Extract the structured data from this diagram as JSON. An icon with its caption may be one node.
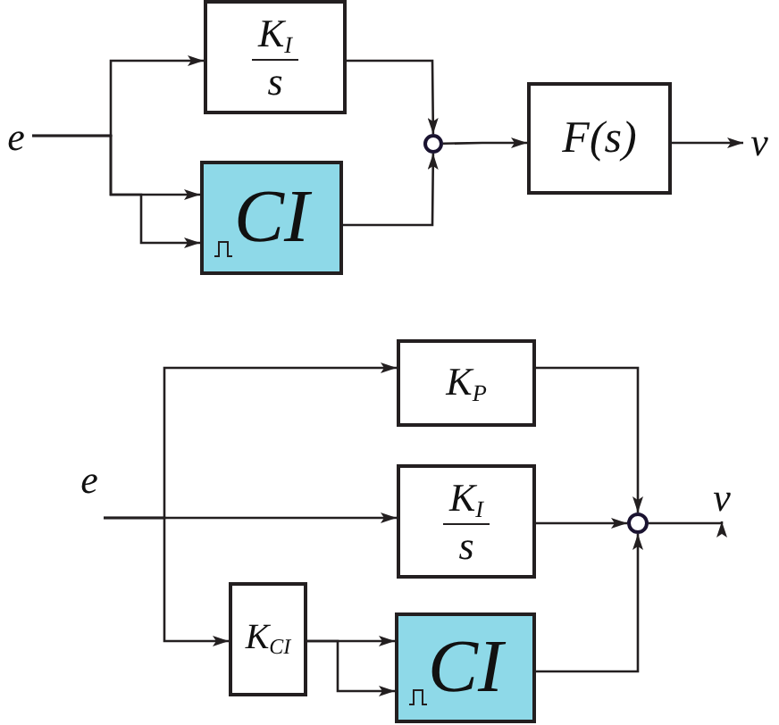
{
  "diagram": {
    "nodes": [
      {
        "text": [
          "e"
        ]
      },
      {
        "text": [
          "K$_{I}$",
          "s"
        ]
      },
      {
        "text": [
          "CI"
        ]
      },
      {
        "text": [],
        "shape": "circle"
      },
      {
        "text": [
          "F(s)"
        ]
      },
      {
        "text": [
          "v"
        ]
      },
      {
        "text": [
          "e"
        ]
      },
      {
        "text": [
          "K$_{P}$"
        ]
      },
      {
        "text": [
          "K$_{I}$",
          "s"
        ]
      },
      {
        "text": [
          "K$_{CI}$"
        ]
      },
      {
        "text": [
          "CI"
        ]
      },
      {
        "text": [],
        "shape": "circle"
      },
      {
        "text": [
          "v"
        ]
      }
    ],
    "edges": [
      {
        "from": 0,
        "to": 1,
        "arrow": "to"
      },
      {
        "from": 0,
        "to": 2,
        "arrow": "to"
      },
      {
        "from": 0,
        "to": 2,
        "arrow": "to"
      },
      {
        "from": 1,
        "to": 3,
        "arrow": "to"
      },
      {
        "from": 2,
        "to": 3,
        "arrow": "to"
      },
      {
        "from": 3,
        "to": 4,
        "arrow": "to"
      },
      {
        "from": 4,
        "to": 5,
        "arrow": "to"
      },
      {
        "from": 6,
        "to": 7,
        "arrow": "to"
      },
      {
        "from": 6,
        "to": 8,
        "arrow": "to"
      },
      {
        "from": 6,
        "to": 9,
        "arrow": "to"
      },
      {
        "from": 9,
        "to": 10,
        "arrow": "to"
      },
      {
        "from": 9,
        "to": 10,
        "arrow": "to"
      },
      {
        "from": 7,
        "to": 11,
        "arrow": "to"
      },
      {
        "from": 8,
        "to": 11,
        "arrow": "to"
      },
      {
        "from": 10,
        "to": 11,
        "arrow": "to"
      },
      {
        "from": 11,
        "to": 12,
        "arrow": "to"
      }
    ]
  }
}
